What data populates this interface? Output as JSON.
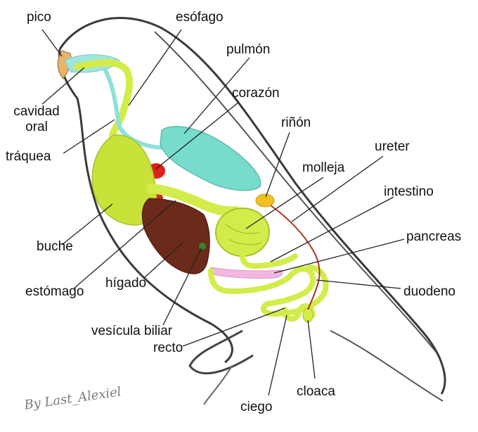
{
  "colors": {
    "outline": "#3a3a3a",
    "beak": "#e8b46a",
    "trachea": "#8fe0d8",
    "lung": "#77dccb",
    "heart": "#e0201a",
    "crop": "#c9e23a",
    "digestive": "#d4ec4a",
    "liver": "#6b2a1a",
    "kidney": "#f0c020",
    "ureter": "#b03020",
    "pancreas": "#f2b8e0",
    "gallbladder": "#2e8a2e",
    "leader": "#222222"
  },
  "labels": {
    "pico": "pico",
    "esofago": "esófago",
    "pulmon": "pulmón",
    "corazon": "corazón",
    "cavidad_oral_1": "cavidad",
    "cavidad_oral_2": "oral",
    "rinon": "riñón",
    "traquea": "tráquea",
    "ureter": "ureter",
    "molleja": "molleja",
    "intestino": "intestino",
    "pancreas": "pancreas",
    "buche": "buche",
    "estomago": "estómago",
    "higado": "hígado",
    "duodeno": "duodeno",
    "vesicula_biliar": "vesícula biliar",
    "recto": "recto",
    "cloaca": "cloaca",
    "ciego": "ciego"
  },
  "signature": "By Last_Alexiel"
}
